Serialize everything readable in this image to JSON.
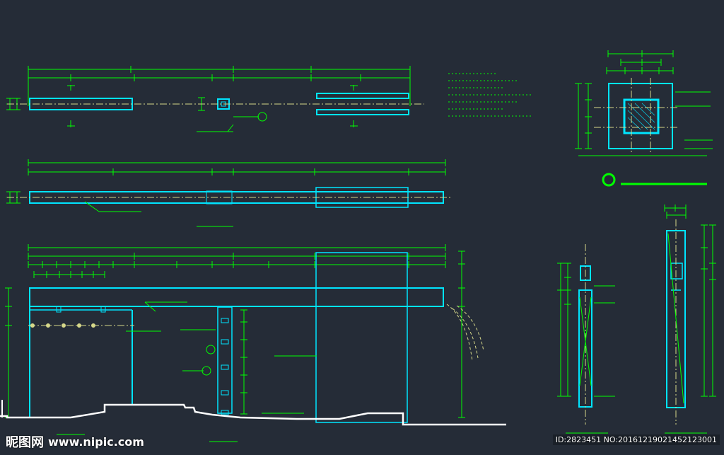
{
  "watermark": {
    "logo_text": "昵图网",
    "site": "www.nipic.com",
    "id_text": "ID:2823451 NO:20161219021452123001"
  },
  "colors": {
    "background": "#252c37",
    "dimension": "#00ff00",
    "outline": "#00e5ff",
    "centerline": "#d6d88a",
    "ground": "#ffffff"
  }
}
